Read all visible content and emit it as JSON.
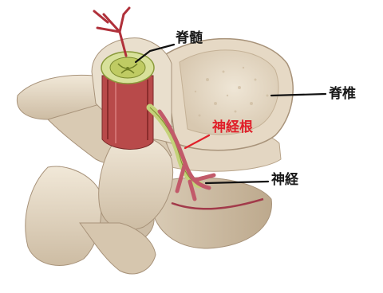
{
  "labels": {
    "spinal_cord": "脊髄",
    "vertebra": "脊椎",
    "nerve_root": "神経根",
    "nerve": "神経"
  },
  "colors": {
    "bone": "#e8ddcc",
    "bone_shadow": "#c9b9a2",
    "nerve_root_label": "#e0202a",
    "label_text": "#1a1a1a",
    "leader_line": "#111111",
    "spinal_cord": "#c9d06a",
    "nerve": "#c45a6a",
    "blood_vessel": "#a32a2a"
  }
}
